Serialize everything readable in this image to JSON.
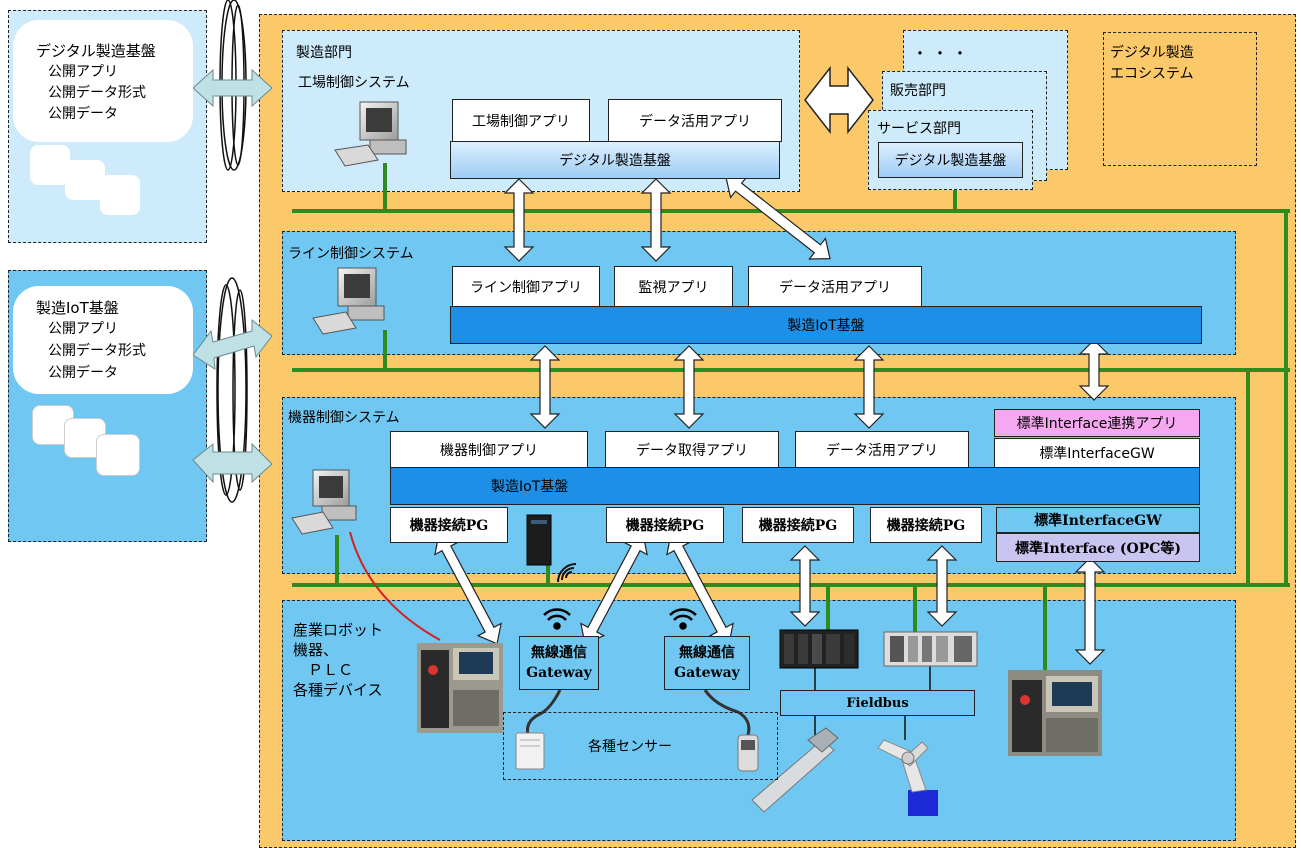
{
  "colors": {
    "outer_bg": "#FCC96A",
    "lightblue": "#CDEBFB",
    "midblue": "#70C8F2",
    "platform_blue": "#1E8FE6",
    "network_green": "#2E8B1E",
    "pink": "#F5A8F0",
    "lavender": "#C9C4F0"
  },
  "left_panels": {
    "digital_platform": {
      "title": "デジタル製造基盤",
      "items": [
        "公開アプリ",
        "公開データ形式",
        "公開データ"
      ]
    },
    "iot_platform": {
      "title": "製造IoT基盤",
      "items": [
        "公開アプリ",
        "公開データ形式",
        "公開データ"
      ]
    }
  },
  "factory": {
    "department": "製造部門",
    "system": "工場制御システム",
    "apps": [
      "工場制御アプリ",
      "データ活用アプリ"
    ],
    "platform": "デジタル製造基盤"
  },
  "ecosystem": {
    "ellipsis": "・・・",
    "sales": "販売部門",
    "service": "サービス部門",
    "service_platform": "デジタル製造基盤",
    "label_line1": "デジタル製造",
    "label_line2": "エコシステム"
  },
  "line": {
    "system": "ライン制御システム",
    "apps": [
      "ライン制御アプリ",
      "監視アプリ",
      "データ活用アプリ"
    ],
    "platform": "製造IoT基盤"
  },
  "equipment": {
    "system": "機器制御システム",
    "apps": [
      "機器制御アプリ",
      "データ取得アプリ",
      "データ活用アプリ"
    ],
    "platform": "製造IoT基盤",
    "std_app": "標準Interface連携アプリ",
    "std_gw": "標準InterfaceGW",
    "connectors": [
      "機器接続PG",
      "機器接続PG",
      "機器接続PG",
      "機器接続PG"
    ],
    "std_gw2": "標準InterfaceGW",
    "std_iface": "標準Interface (OPC等)"
  },
  "field": {
    "label": "産業ロボット\n機器、\n　ＰＬＣ\n各種デバイス",
    "gateway1": "無線通信\nGateway",
    "gateway2": "無線通信\nGateway",
    "sensors": "各種センサー",
    "fieldbus": "Fieldbus"
  },
  "icons": [
    "desktop-pc-icon",
    "server-tower-icon",
    "wifi-icon",
    "robot-arm-icon",
    "cnc-machine-icon",
    "plc-icon",
    "sensor-icon",
    "linear-actuator-icon"
  ]
}
